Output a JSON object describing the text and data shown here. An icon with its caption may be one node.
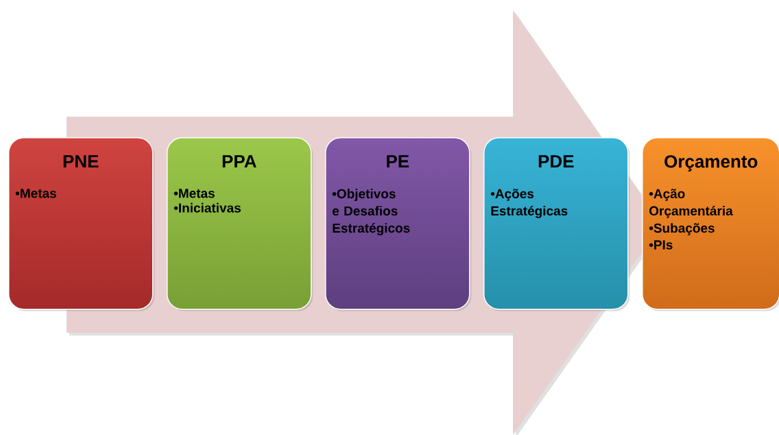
{
  "diagram": {
    "nodes": [
      {
        "text": [
          "PNE",
          "•Metas"
        ]
      },
      {
        "text": [
          "PPA",
          "•Metas",
          "•Iniciativas"
        ]
      },
      {
        "text": [
          "PE",
          "•Objetivos e Desafios Estratégicos"
        ]
      },
      {
        "text": [
          "PDE",
          "•Ações Estratégicas"
        ]
      },
      {
        "text": [
          "Orçamento",
          "•Ação Orçamentária",
          "•Subações",
          "•PIs"
        ]
      }
    ],
    "edges": [
      {
        "from": 0,
        "to": 4,
        "arrow": "to"
      }
    ]
  }
}
